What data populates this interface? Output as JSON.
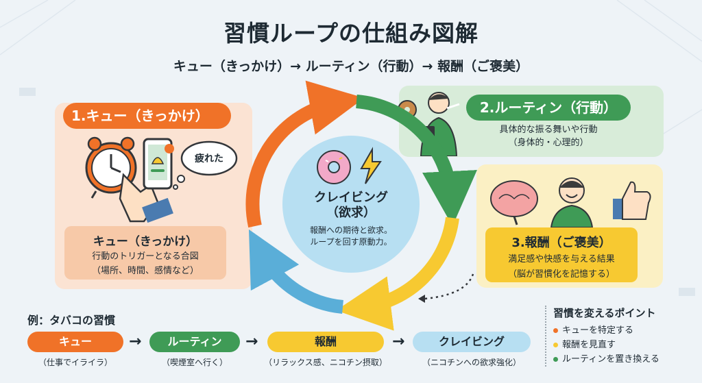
{
  "title": "習慣ループの仕組み図解",
  "subtitle": "キュー（きっかけ）→ ルーティン（行動）→ 報酬（ご褒美）",
  "cue": {
    "badge": "1.キュー（きっかけ）",
    "bubble": "疲れた",
    "box_title": "キュー（きっかけ）",
    "box_line1": "行動のトリガーとなる合図",
    "box_line2": "（場所、時間、感情など）"
  },
  "routine": {
    "badge": "2.ルーティン（行動）",
    "line1": "具体的な振る舞いや行動",
    "line2": "（身体的・心理的）"
  },
  "reward": {
    "box_title": "3.報酬（ご褒美）",
    "line1": "満足感や快感を与える結果",
    "line2": "（脳が習慣化を記憶する）"
  },
  "center": {
    "title1": "クレイビング",
    "title2": "（欲求）",
    "line1": "報酬への期待と欲求。",
    "line2": "ループを回す原動力。"
  },
  "example": {
    "label": "例：タバコの習慣",
    "steps": [
      {
        "label": "キュー",
        "sub": "（仕事でイライラ）"
      },
      {
        "label": "ルーティン",
        "sub": "（喫煙室へ行く）"
      },
      {
        "label": "報酬",
        "sub": "（リラックス感、ニコチン摂取）"
      },
      {
        "label": "クレイビング",
        "sub": "（ニコチンへの欲求強化）"
      }
    ],
    "arrow": "→"
  },
  "tips": {
    "title": "習慣を変えるポイント",
    "items": [
      "キューを特定する",
      "報酬を見直す",
      "ルーティンを置き換える"
    ]
  },
  "colors": {
    "cue": "#f07228",
    "routine": "#3f9b56",
    "reward": "#f7c931",
    "craving": "#5aaed8"
  }
}
